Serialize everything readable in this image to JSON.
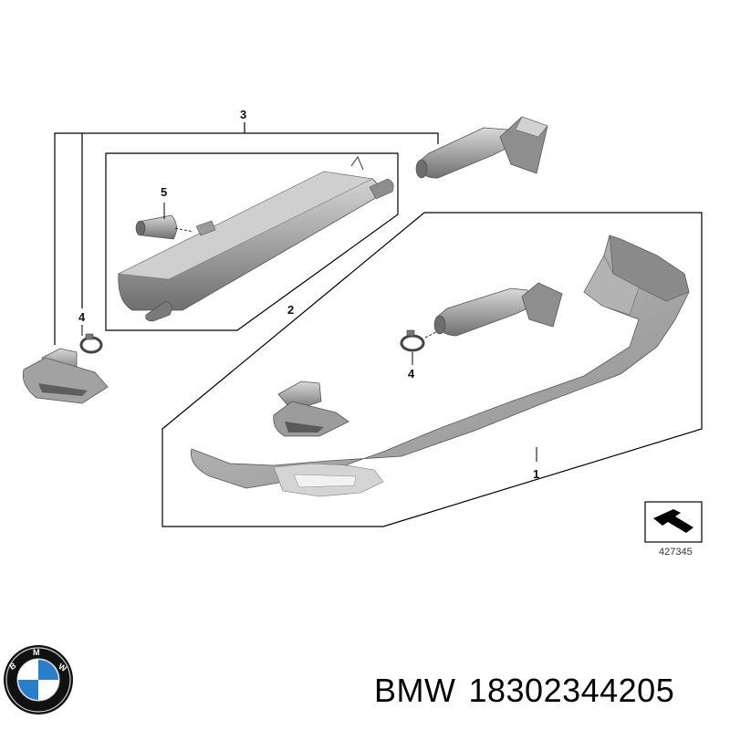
{
  "diagram": {
    "callouts": {
      "rear_apron": "1",
      "rear_silencer": "2",
      "tailpipe_trim_group": "3",
      "clamp_left": "4",
      "clamp_center": "4",
      "sleeve": "5"
    },
    "reference_number": "427345"
  },
  "caption": {
    "brand": "BMW",
    "part_number": "18302344205"
  },
  "logo": {
    "lettering": "BMW",
    "colors": {
      "blue": "#2a7dc9",
      "ring": "#111111",
      "white": "#ffffff"
    }
  },
  "colors": {
    "line": "#000000",
    "part_fill": "#a9a9a9",
    "part_dark": "#6e6e6e",
    "part_light": "#d6d6d6"
  }
}
